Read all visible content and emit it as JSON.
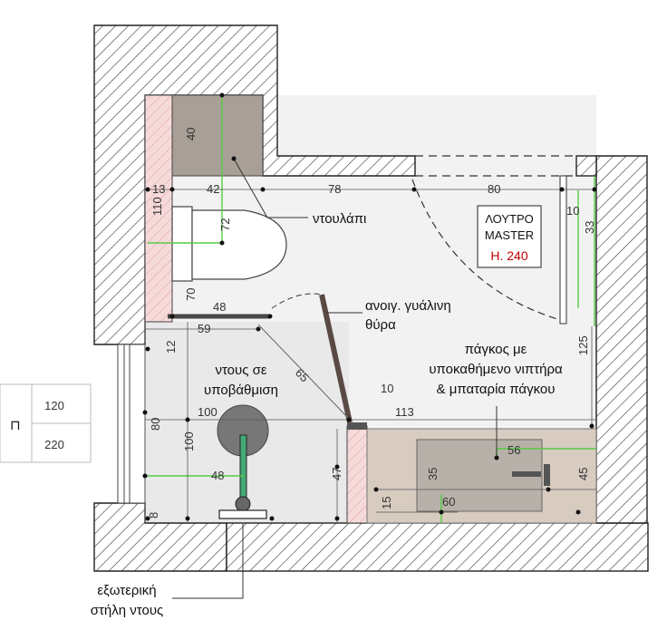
{
  "room": {
    "title_line1": "ΛΟΥΤΡΟ",
    "title_line2": "MASTER",
    "height_label": "Η. 240"
  },
  "labels": {
    "closet": "ντουλάπι",
    "glass_door_line1": "ανοιγ. γυάλινη",
    "glass_door_line2": "θύρα",
    "shower_line1": "ντους σε",
    "shower_line2": "υποβάθμιση",
    "counter_line1": "πάγκος με",
    "counter_line2": "υποκαθήμενο νιπτήρα",
    "counter_line3": "& μπαταρία πάγκου",
    "column_line1": "εξωτερική",
    "column_line2": "στήλη ντους"
  },
  "dimensions": {
    "d40": "40",
    "d13": "13",
    "d42": "42",
    "d78": "78",
    "d80_top": "80",
    "d10_top": "10",
    "d33": "33",
    "d110": "110",
    "d72": "72",
    "d70": "70",
    "d48_top": "48",
    "d59": "59",
    "d12": "12",
    "d65": "65",
    "d10_mid": "10",
    "d125": "125",
    "d100_h": "100",
    "d113": "113",
    "d80_left": "80",
    "d100_v": "100",
    "d48_bot": "48",
    "d47": "47",
    "d56": "56",
    "d35": "35",
    "d45": "45",
    "d15": "15",
    "d60": "60",
    "d8": "8"
  },
  "window_legend": {
    "sill_height": "120",
    "head_height": "220",
    "symbol": "⊓"
  },
  "colors": {
    "wall_hatch": "#444444",
    "closet_fill": "#a89f96",
    "counter_fill": "#d8cbc0",
    "pink_hatch": "#e8a0a0",
    "dim_green": "#55cc44"
  }
}
